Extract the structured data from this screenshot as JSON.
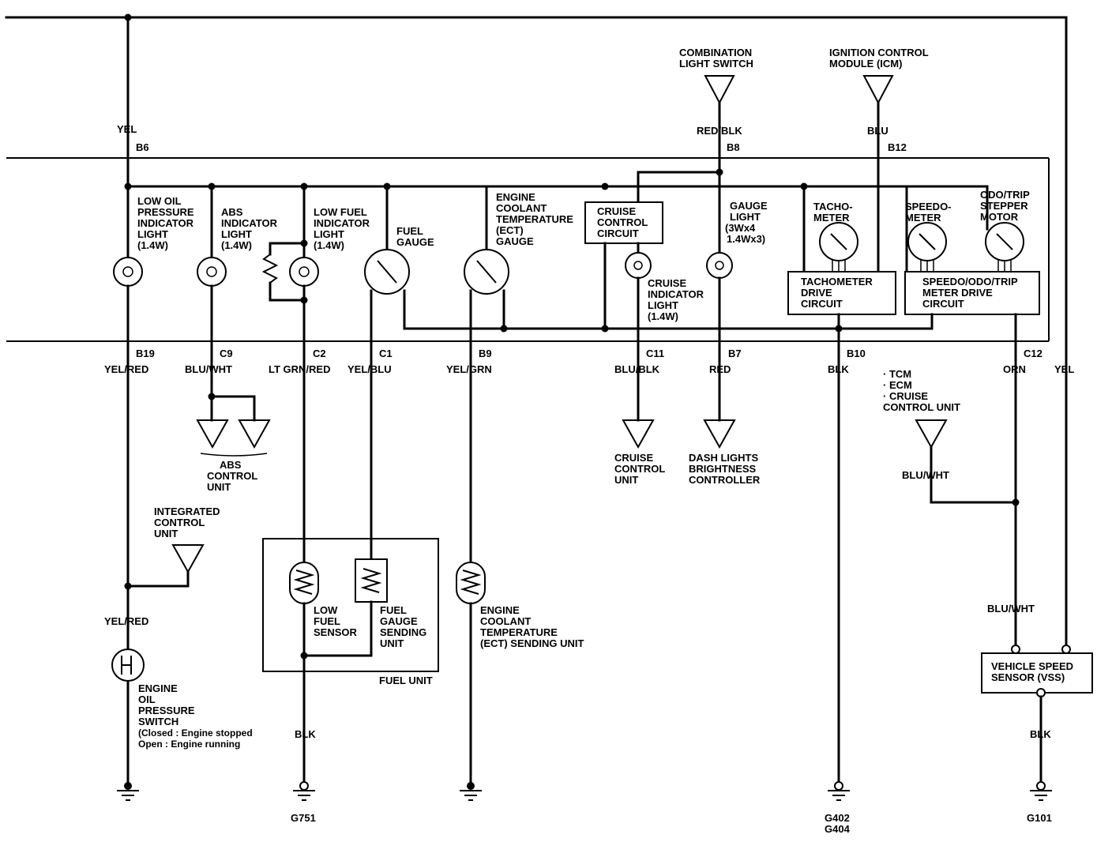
{
  "wires": {
    "yel_top": "YEL",
    "yel_right": "YEL",
    "red_blk": "RED/BLK",
    "blu": "BLU",
    "yel_red": "YEL/RED",
    "yel_red_2": "YEL/RED",
    "blu_wht_abs": "BLU/WHT",
    "lt_grn_red": "LT GRN/RED",
    "yel_blu": "YEL/BLU",
    "yel_grn": "YEL/GRN",
    "blu_blk": "BLU/BLK",
    "red": "RED",
    "blk_g402": "BLK",
    "blk_g751": "BLK",
    "blk_g101": "BLK",
    "orn": "ORN",
    "blu_wht_tcm": "BLU/WHT",
    "blu_wht_vss": "BLU/WHT"
  },
  "pins": {
    "b6": "B6",
    "b8": "B8",
    "b12": "B12",
    "b19": "B19",
    "c9": "C9",
    "c2": "C2",
    "c1": "C1",
    "b9": "B9",
    "c11": "C11",
    "b7": "B7",
    "b10": "B10",
    "c12": "C12"
  },
  "sources": {
    "combination_switch": [
      "COMBINATION",
      "LIGHT SWITCH"
    ],
    "icm": [
      "IGNITION CONTROL",
      "MODULE (ICM)"
    ]
  },
  "components": {
    "low_oil": [
      "LOW OIL",
      "PRESSURE",
      "INDICATOR",
      "LIGHT",
      "(1.4W)"
    ],
    "abs_light": [
      "ABS",
      "INDICATOR",
      "LIGHT",
      "(1.4W)"
    ],
    "low_fuel_light": [
      "LOW FUEL",
      "INDICATOR",
      "LIGHT",
      "(1.4W)"
    ],
    "fuel_gauge": [
      "FUEL",
      "GAUGE"
    ],
    "ect_gauge": [
      "ENGINE",
      "COOLANT",
      "TEMPERATURE",
      "(ECT)",
      "GAUGE"
    ],
    "cruise_circuit": [
      "CRUISE",
      "CONTROL",
      "CIRCUIT"
    ],
    "cruise_light": [
      "CRUISE",
      "INDICATOR",
      "LIGHT",
      "(1.4W)"
    ],
    "gauge_light": [
      "GAUGE",
      "LIGHT",
      "(3Wx4",
      " 1.4Wx3)"
    ],
    "tachometer": [
      "TACHO-",
      "METER"
    ],
    "speedometer": [
      "SPEEDO-",
      "METER"
    ],
    "odo_motor": [
      "ODO/TRIP",
      "STEPPER",
      "MOTOR"
    ],
    "tach_drive": [
      "TACHOMETER",
      "DRIVE",
      "CIRCUIT"
    ],
    "speedo_drive": [
      "SPEEDO/ODO/TRIP",
      "METER DRIVE",
      "CIRCUIT"
    ]
  },
  "destinations": {
    "abs_unit": [
      "ABS",
      "CONTROL",
      "UNIT"
    ],
    "cruise_unit": [
      "CRUISE",
      "CONTROL",
      "UNIT"
    ],
    "dash_lights": [
      "DASH LIGHTS",
      "BRIGHTNESS",
      "CONTROLLER"
    ],
    "tcm_list": [
      "· TCM",
      "· ECM",
      "· CRUISE",
      "  CONTROL UNIT"
    ],
    "integrated": [
      "INTEGRATED",
      "CONTROL",
      "UNIT"
    ]
  },
  "lower": {
    "oil_switch": [
      "ENGINE",
      "OIL",
      "PRESSURE",
      "SWITCH"
    ],
    "oil_switch_closed": "(Closed : Engine stopped",
    "oil_switch_open": " Open   : Engine running",
    "low_fuel_sensor": [
      "LOW",
      "FUEL",
      "SENSOR"
    ],
    "fuel_sending": [
      "FUEL",
      "GAUGE",
      "SENDING",
      "UNIT"
    ],
    "fuel_unit": "FUEL UNIT",
    "ect_sending": [
      "ENGINE",
      "COOLANT",
      "TEMPERATURE",
      "(ECT) SENDING UNIT"
    ],
    "vss": [
      "VEHICLE SPEED",
      "SENSOR (VSS)"
    ]
  },
  "grounds": {
    "g751": "G751",
    "g402": "G402",
    "g404": "G404",
    "g101": "G101"
  }
}
